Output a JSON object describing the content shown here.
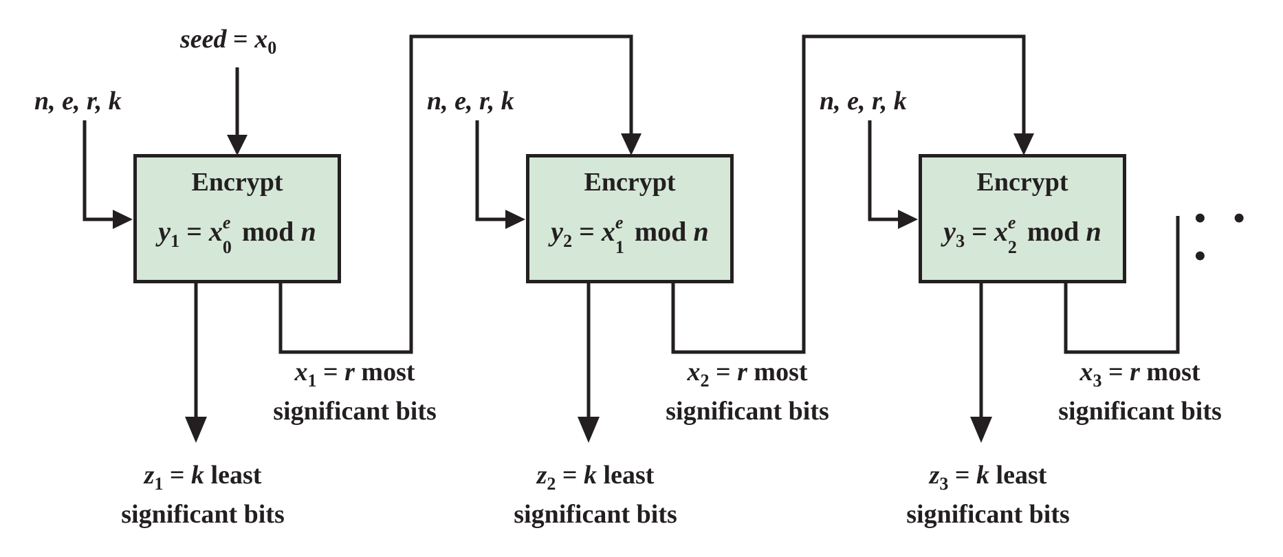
{
  "seed_label": {
    "name": "seed",
    "eq": "=",
    "var": "x",
    "sub": "0"
  },
  "stages": [
    {
      "params": "n, e, r, k",
      "box_title": "Encrypt",
      "eq": {
        "lhs": "y",
        "lhs_sub": "1",
        "eqsign": "=",
        "base": "x",
        "base_sub": "0",
        "exp": "e",
        "rest": "mod",
        "mod_var": "n"
      },
      "x_out": {
        "var": "x",
        "sub": "1",
        "eqsign": "=",
        "r": "r",
        "line1_rest": "most",
        "line2": "significant bits"
      },
      "z_out": {
        "var": "z",
        "sub": "1",
        "eqsign": "=",
        "k": "k",
        "line1_rest": "least",
        "line2": "significant bits"
      }
    },
    {
      "params": "n, e, r, k",
      "box_title": "Encrypt",
      "eq": {
        "lhs": "y",
        "lhs_sub": "2",
        "eqsign": "=",
        "base": "x",
        "base_sub": "1",
        "exp": "e",
        "rest": "mod",
        "mod_var": "n"
      },
      "x_out": {
        "var": "x",
        "sub": "2",
        "eqsign": "=",
        "r": "r",
        "line1_rest": "most",
        "line2": "significant bits"
      },
      "z_out": {
        "var": "z",
        "sub": "2",
        "eqsign": "=",
        "k": "k",
        "line1_rest": "least",
        "line2": "significant bits"
      }
    },
    {
      "params": "n, e, r, k",
      "box_title": "Encrypt",
      "eq": {
        "lhs": "y",
        "lhs_sub": "3",
        "eqsign": "=",
        "base": "x",
        "base_sub": "2",
        "exp": "e",
        "rest": "mod",
        "mod_var": "n"
      },
      "x_out": {
        "var": "x",
        "sub": "3",
        "eqsign": "=",
        "r": "r",
        "line1_rest": "most",
        "line2": "significant bits"
      },
      "z_out": {
        "var": "z",
        "sub": "3",
        "eqsign": "=",
        "k": "k",
        "line1_rest": "least",
        "line2": "significant bits"
      }
    }
  ],
  "continuation": "• • •",
  "colors": {
    "box_fill": "#d5e7d7",
    "line": "#231f20"
  }
}
